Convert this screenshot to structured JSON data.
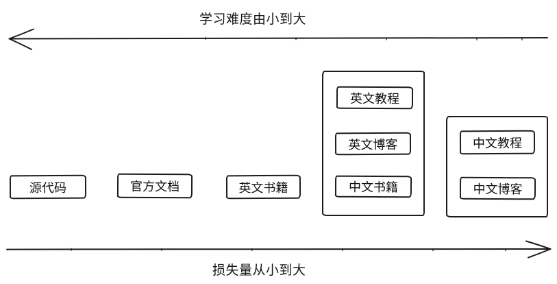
{
  "diagram": {
    "top_label": "学习难度由小到大",
    "bottom_label": "损失量从小到大",
    "colors": {
      "stroke": "#1b1b1b",
      "background": "#ffffff"
    },
    "standalone_boxes": [
      {
        "label": "源代码"
      },
      {
        "label": "官方文档"
      },
      {
        "label": "英文书籍"
      }
    ],
    "groups": [
      {
        "items": [
          {
            "label": "英文教程"
          },
          {
            "label": "英文博客"
          },
          {
            "label": "中文书籍"
          }
        ]
      },
      {
        "items": [
          {
            "label": "中文教程"
          },
          {
            "label": "中文博客"
          }
        ]
      }
    ]
  }
}
